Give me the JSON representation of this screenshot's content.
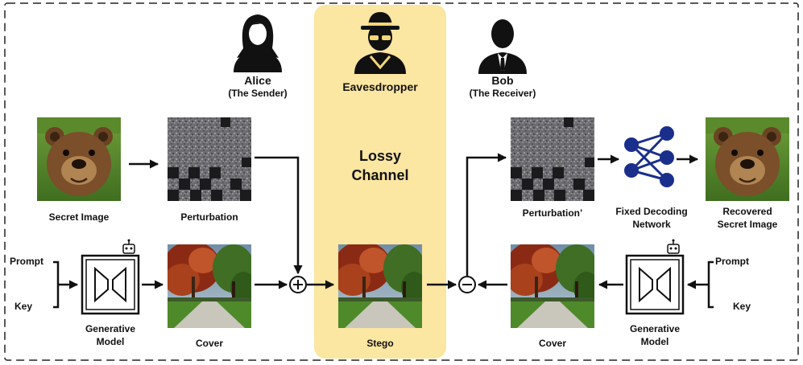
{
  "actors": {
    "alice": {
      "name": "Alice",
      "role": "(The Sender)"
    },
    "eavesdropper": {
      "name": "Eavesdropper"
    },
    "bob": {
      "name": "Bob",
      "role": "(The Receiver)"
    }
  },
  "channel": {
    "line1": "Lossy",
    "line2": "Channel"
  },
  "sender": {
    "secret_image": "Secret Image",
    "perturbation": "Perturbation",
    "prompt": "Prompt",
    "key": "Key",
    "generative_model_line1": "Generative",
    "generative_model_line2": "Model",
    "cover": "Cover"
  },
  "stego": "Stego",
  "receiver": {
    "perturbation": "Perturbation’",
    "decoder_line1": "Fixed Decoding",
    "decoder_line2": "Network",
    "recovered_line1": "Recovered",
    "recovered_line2": "Secret Image",
    "prompt": "Prompt",
    "key": "Key",
    "generative_model_line1": "Generative",
    "generative_model_line2": "Model",
    "cover": "Cover"
  },
  "colors": {
    "channel_fill": "#fbe6a2",
    "decoder_node": "#1a2e8c",
    "stroke": "#111111"
  }
}
